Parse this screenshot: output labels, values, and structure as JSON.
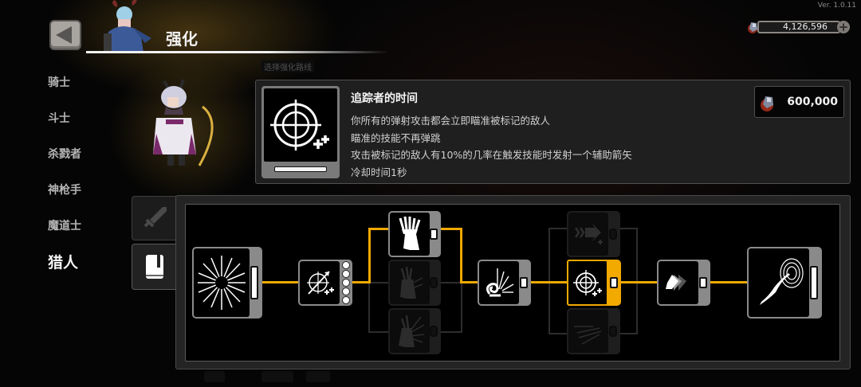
{
  "app": {
    "version": "Ver. 1.0.11",
    "title": "强化"
  },
  "currency": {
    "amount": "4,126,596",
    "icon": "soul-stone-icon",
    "add_icon": "plus-icon"
  },
  "sidebar": {
    "items": [
      {
        "label": "骑士",
        "active": false
      },
      {
        "label": "斗士",
        "active": false
      },
      {
        "label": "杀戮者",
        "active": false
      },
      {
        "label": "神枪手",
        "active": false
      },
      {
        "label": "魔道士",
        "active": false
      },
      {
        "label": "猎人",
        "active": true
      }
    ]
  },
  "faded_label": "选择强化路线",
  "detail": {
    "name": "追踪者的时间",
    "icon": "crosshair-icon",
    "desc": [
      "你所有的弹射攻击都会立即瞄准被标记的敌人",
      "瞄准的技能不再弹跳",
      "攻击被标记的敌人有10%的几率在触发技能时发射一个辅助箭矢",
      "冷却时间1秒"
    ],
    "cost": "600,000"
  },
  "tabs": [
    {
      "name": "weapon",
      "icon": "sword-icon",
      "active": false
    },
    {
      "name": "skills",
      "icon": "book-icon",
      "active": true
    }
  ],
  "tree": {
    "line_color": "#f0a800",
    "selected_color": "#f2a900",
    "nodes": [
      {
        "id": "base",
        "icon": "arrow-burst-icon",
        "state": "learned"
      },
      {
        "id": "marked-arrow",
        "icon": "target-arrow-icon",
        "state": "learned",
        "levels": 5
      },
      {
        "id": "quiver-feathers",
        "icon": "quiver-icon",
        "state": "learned"
      },
      {
        "id": "quiver-arrows",
        "icon": "quiver-arrows-icon",
        "state": "locked"
      },
      {
        "id": "quiver-spread",
        "icon": "quiver-spread-icon",
        "state": "locked"
      },
      {
        "id": "spiral-volley",
        "icon": "spiral-arrows-icon",
        "state": "learned"
      },
      {
        "id": "dash-arrow",
        "icon": "dash-arrow-icon",
        "state": "locked"
      },
      {
        "id": "tracker-time",
        "icon": "crosshair-icon",
        "state": "selected"
      },
      {
        "id": "scatter-shot",
        "icon": "scatter-arrows-icon",
        "state": "locked"
      },
      {
        "id": "afterimage",
        "icon": "afterimage-icon",
        "state": "learned"
      },
      {
        "id": "vortex-shot",
        "icon": "vortex-icon",
        "state": "learned"
      }
    ]
  }
}
